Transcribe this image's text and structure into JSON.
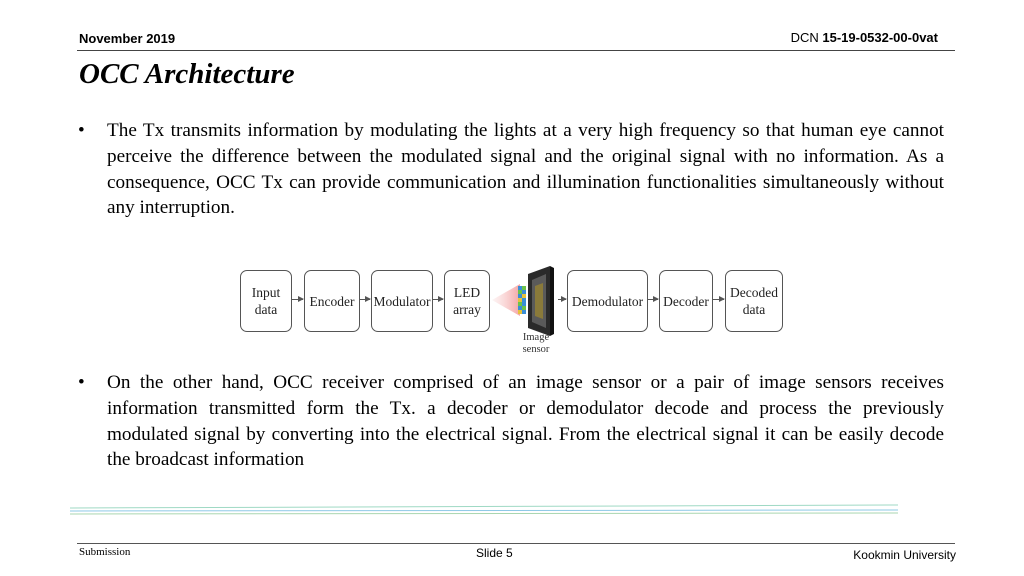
{
  "header": {
    "date": "November 2019",
    "dcn_prefix": "DCN",
    "dcn_number": "15-19-0532-00-0vat"
  },
  "title": "OCC Architecture",
  "bullets": [
    {
      "symbol": "•",
      "text": "The Tx transmits information by modulating the lights at a very high frequency so that human eye cannot perceive the difference between the modulated signal and the original signal with no information. As a consequence, OCC Tx can provide communication and illumination functionalities simultaneously without any interruption."
    },
    {
      "symbol": "•",
      "text": "On the other hand, OCC receiver comprised of an image sensor or a pair of image sensors receives information transmitted form the Tx. a decoder or demodulator decode and process the previously modulated signal by converting into the electrical signal. From the electrical signal it can be easily decode the broadcast information"
    }
  ],
  "diagram": {
    "input": [
      "Input",
      "data"
    ],
    "encoder": "Encoder",
    "modulator": "Modulator",
    "led": [
      "LED",
      "array"
    ],
    "sensor": [
      "Image",
      "sensor"
    ],
    "demodulator": "Demodulator",
    "decoder": "Decoder",
    "output": [
      "Decoded",
      "data"
    ]
  },
  "footer": {
    "submission": "Submission",
    "slide": "Slide 5",
    "org": "Kookmin University"
  }
}
